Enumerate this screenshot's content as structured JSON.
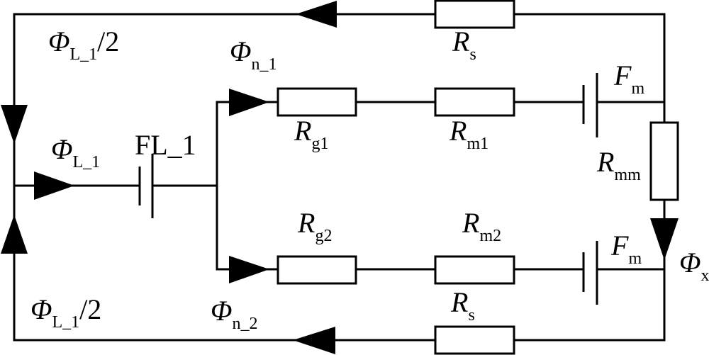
{
  "diagram": {
    "type": "magnetic-equivalent-circuit",
    "labels": {
      "phi_top_left": {
        "symbol": "Φ",
        "sub": "L_1",
        "suffix": "/2"
      },
      "phi_n1": {
        "symbol": "Φ",
        "sub": "n_1"
      },
      "rs_top": {
        "symbol": "R",
        "sub": "s"
      },
      "phi_l1": {
        "symbol": "Φ",
        "sub": "L_1"
      },
      "fl1": {
        "main": "F",
        "sub": "L_1"
      },
      "rg1": {
        "symbol": "R",
        "sub": "g1"
      },
      "rm1": {
        "symbol": "R",
        "sub": "m1"
      },
      "fm_top": {
        "symbol": "F",
        "sub": "m"
      },
      "rmm": {
        "symbol": "R",
        "sub": "mm"
      },
      "rg2": {
        "symbol": "R",
        "sub": "g2"
      },
      "rm2": {
        "symbol": "R",
        "sub": "m2"
      },
      "fm_bottom": {
        "symbol": "F",
        "sub": "m"
      },
      "phi_x": {
        "symbol": "Φ",
        "sub": "x"
      },
      "phi_bottom_left": {
        "symbol": "Φ",
        "sub": "L_1",
        "suffix": "/2"
      },
      "phi_n2": {
        "symbol": "Φ",
        "sub": "n_2"
      },
      "rs_bottom": {
        "symbol": "R",
        "sub": "s"
      }
    },
    "components": {
      "resistors": [
        "Rs (top)",
        "Rg1",
        "Rm1",
        "Rmm",
        "Rg2",
        "Rm2",
        "Rs (bottom)"
      ],
      "sources": [
        "FL_1",
        "Fm (branch 1)",
        "Fm (branch 2)"
      ],
      "flux_arrows": [
        "ΦL_1/2 top (leftward)",
        "ΦL_1/2 left (down)",
        "ΦL_1 (rightward)",
        "ΦL_1/2 left (up)",
        "Φn_1 (rightward)",
        "Φn_2 (rightward)",
        "Φx (down)",
        "ΦL_1/2 bottom (leftward)"
      ]
    }
  }
}
